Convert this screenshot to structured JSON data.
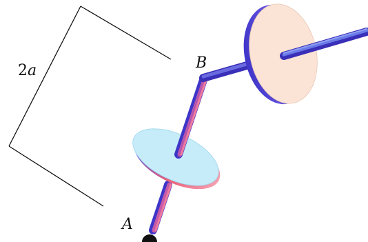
{
  "labels": {
    "point_a": "A",
    "point_b": "B",
    "dimension_number": "2",
    "dimension_symbol": "a"
  },
  "colors": {
    "rod_light": "#e85d8c",
    "rod_dark": "#4b3fd0",
    "lower_disk_face": "#c6ecfa",
    "lower_disk_rim": "#e8607a",
    "upper_disk_face": "#fbe4d6",
    "upper_disk_rim": "#5a4fe0",
    "pivot": "#111111",
    "bracket_line": "#111111"
  }
}
